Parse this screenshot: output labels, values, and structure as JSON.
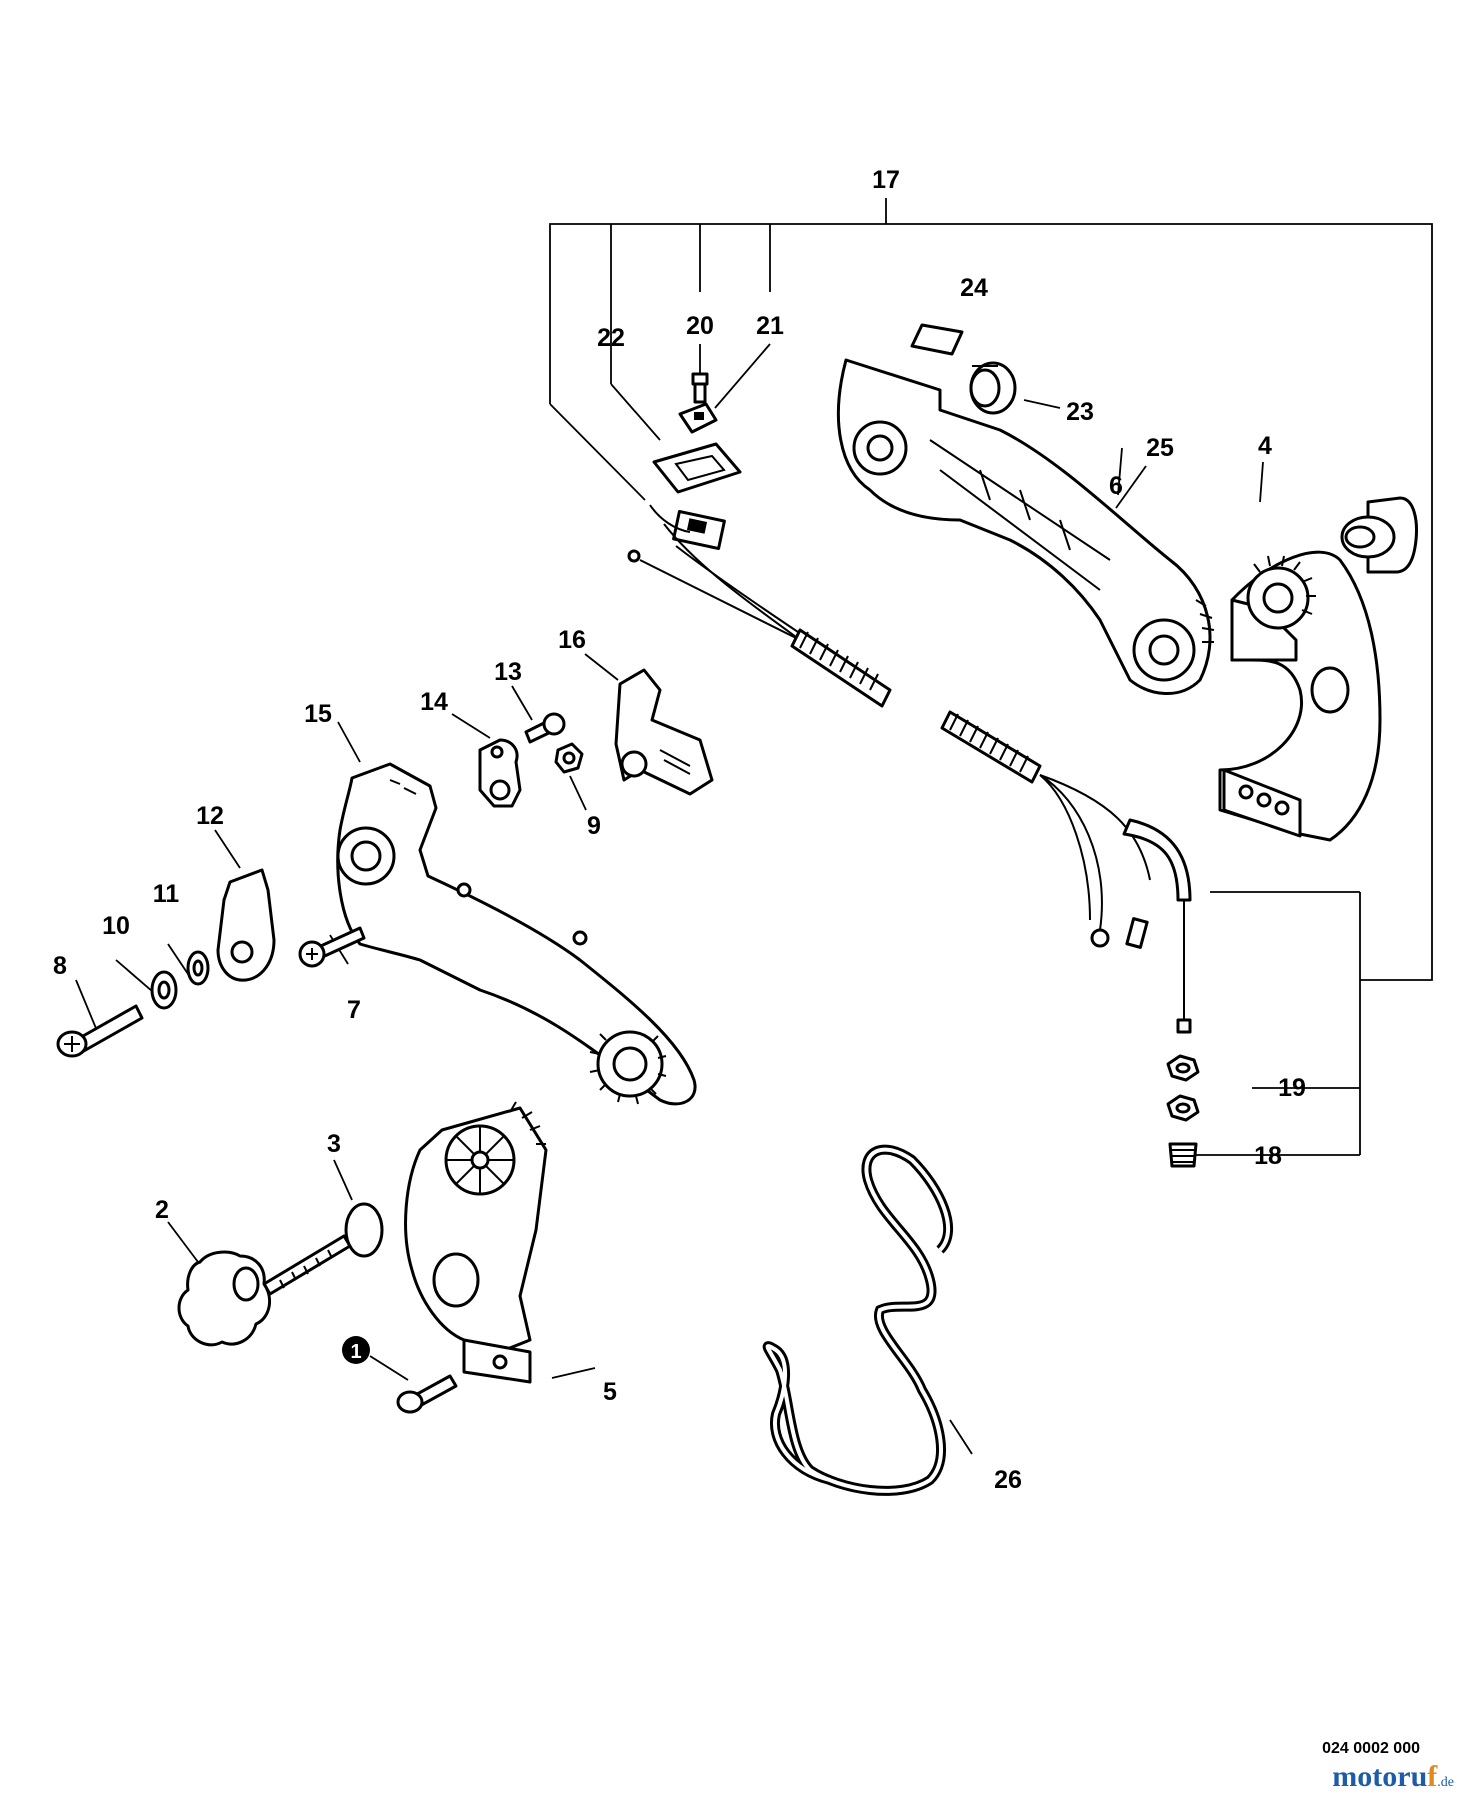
{
  "callouts": {
    "c1": "1",
    "c2": "2",
    "c3": "3",
    "c4": "4",
    "c5": "5",
    "c6": "6",
    "c7": "7",
    "c8": "8",
    "c9": "9",
    "c10": "10",
    "c11": "11",
    "c12": "12",
    "c13": "13",
    "c14": "14",
    "c15": "15",
    "c16": "16",
    "c17": "17",
    "c18": "18",
    "c19": "19",
    "c20": "20",
    "c21": "21",
    "c22": "22",
    "c23": "23",
    "c24": "24",
    "c25": "25",
    "c26": "26"
  },
  "figure_code": "024 0002 000",
  "watermark": {
    "main": "motoru",
    "accent": "f",
    "suffix": ".de"
  }
}
